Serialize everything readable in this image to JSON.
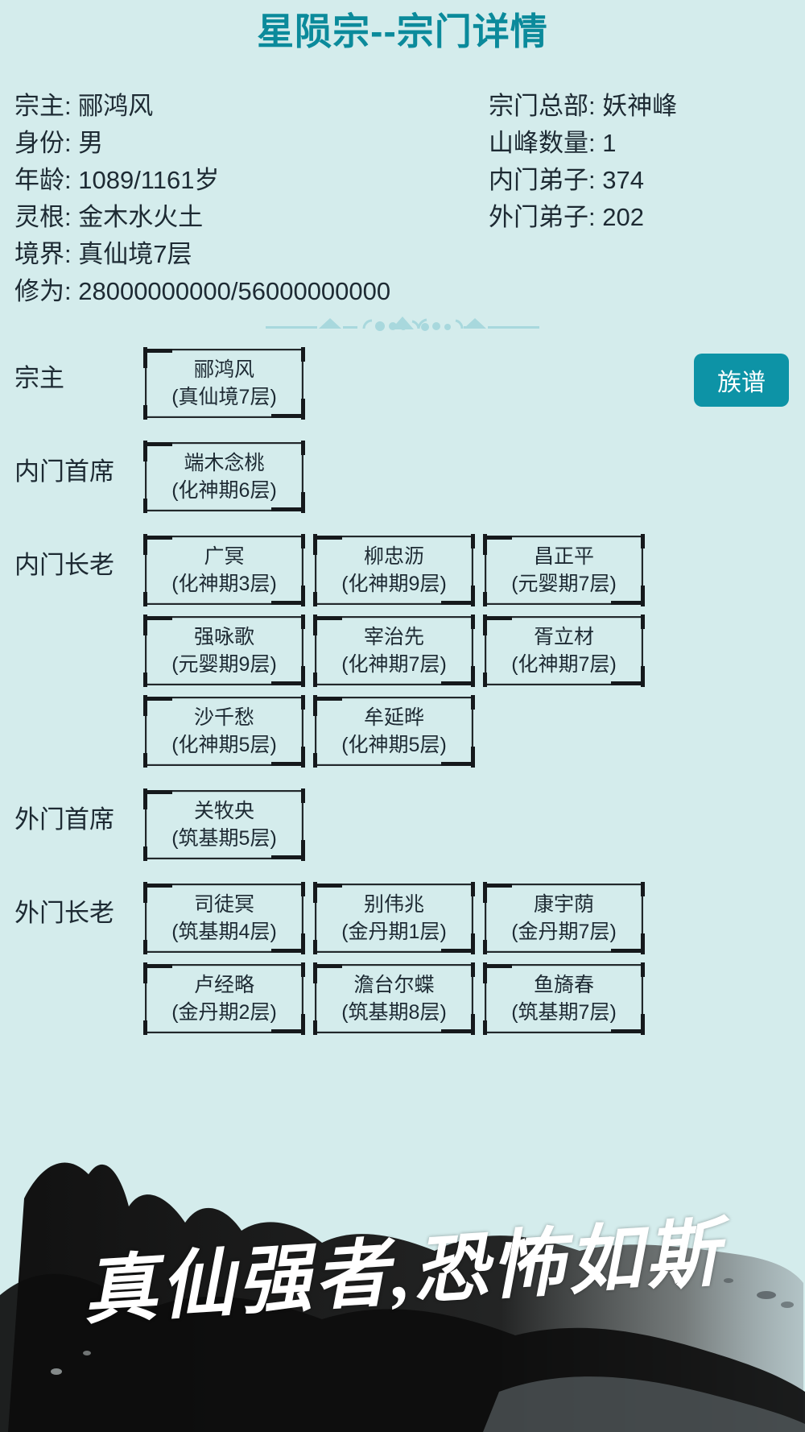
{
  "header": {
    "title": "星陨宗--宗门详情",
    "title_color": "#0b8a9b"
  },
  "info": {
    "left": [
      "宗主: 郦鸿风",
      "身份: 男",
      "年龄: 1089/1161岁",
      "灵根: 金木水火土",
      "境界: 真仙境7层",
      "修为: 28000000000/56000000000"
    ],
    "right": [
      "宗门总部: 妖神峰",
      "山峰数量: 1",
      "内门弟子: 374",
      "外门弟子: 202"
    ]
  },
  "actions": {
    "genealogy_label": "族谱"
  },
  "sections": [
    {
      "label": "宗主",
      "members": [
        {
          "name": "郦鸿风",
          "realm": "(真仙境7层)"
        }
      ]
    },
    {
      "label": "内门首席",
      "members": [
        {
          "name": "端木念桃",
          "realm": "(化神期6层)"
        }
      ]
    },
    {
      "label": "内门长老",
      "members": [
        {
          "name": "广冥",
          "realm": "(化神期3层)"
        },
        {
          "name": "柳忠沥",
          "realm": "(化神期9层)"
        },
        {
          "name": "昌正平",
          "realm": "(元婴期7层)"
        },
        {
          "name": "强咏歌",
          "realm": "(元婴期9层)"
        },
        {
          "name": "宰治先",
          "realm": "(化神期7层)"
        },
        {
          "name": "胥立材",
          "realm": "(化神期7层)"
        },
        {
          "name": "沙千愁",
          "realm": "(化神期5层)"
        },
        {
          "name": "牟延晔",
          "realm": "(化神期5层)"
        }
      ]
    },
    {
      "label": "外门首席",
      "members": [
        {
          "name": "关牧央",
          "realm": "(筑基期5层)"
        }
      ]
    },
    {
      "label": "外门长老",
      "members": [
        {
          "name": "司徒冥",
          "realm": "(筑基期4层)"
        },
        {
          "name": "别伟兆",
          "realm": "(金丹期1层)"
        },
        {
          "name": "康宇荫",
          "realm": "(金丹期7层)"
        },
        {
          "name": "卢经略",
          "realm": "(金丹期2层)"
        },
        {
          "name": "澹台尔蝶",
          "realm": "(筑基期8层)"
        },
        {
          "name": "鱼旖春",
          "realm": "(筑基期7层)"
        },
        {
          "name": "",
          "realm": ""
        },
        {
          "name": "",
          "realm": ""
        }
      ]
    }
  ],
  "watermark": {
    "text": "真仙强者,恐怖如斯"
  },
  "colors": {
    "background": "#d4ecec",
    "accent": "#0d93a6",
    "text": "#1d2a33",
    "ink": "#111111"
  }
}
